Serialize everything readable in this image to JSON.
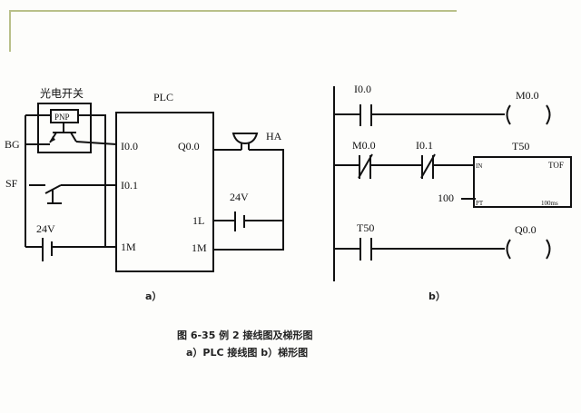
{
  "colors": {
    "frame": "#b9c08a",
    "ink": "#111111",
    "background": "#fdfdfb"
  },
  "wiring": {
    "sensor_title": "光电开关",
    "sensor_type": "PNP",
    "sensor_label": "BG",
    "switch_label": "SF",
    "left_supply": "24V",
    "plc_title": "PLC",
    "inputs": [
      "I0.0",
      "I0.1",
      "1M"
    ],
    "outputs": [
      "Q0.0",
      "1L",
      "1M"
    ],
    "horn_label": "HA",
    "right_supply": "24V",
    "sub_caption": "a）"
  },
  "ladder": {
    "rung1": {
      "contact": "I0.0",
      "coil": "M0.0"
    },
    "rung2": {
      "contact1": "M0.0",
      "contact2": "I0.1",
      "timer_name": "T50",
      "timer_in": "IN",
      "timer_type": "TOF",
      "timer_pt": "PT",
      "timer_base": "100ms",
      "preset": "100"
    },
    "rung3": {
      "contact": "T50",
      "coil": "Q0.0"
    },
    "sub_caption": "b）"
  },
  "caption": {
    "line1": "图 6-35    例 2 接线图及梯形图",
    "line2": "a）PLC 接线图    b）梯形图"
  }
}
